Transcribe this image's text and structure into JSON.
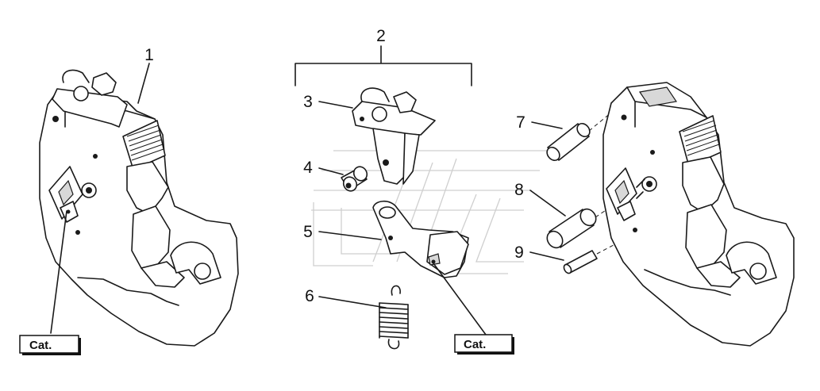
{
  "callouts": [
    "1",
    "2",
    "3",
    "4",
    "5",
    "6",
    "7",
    "8",
    "9"
  ],
  "category_label": "Cat."
}
